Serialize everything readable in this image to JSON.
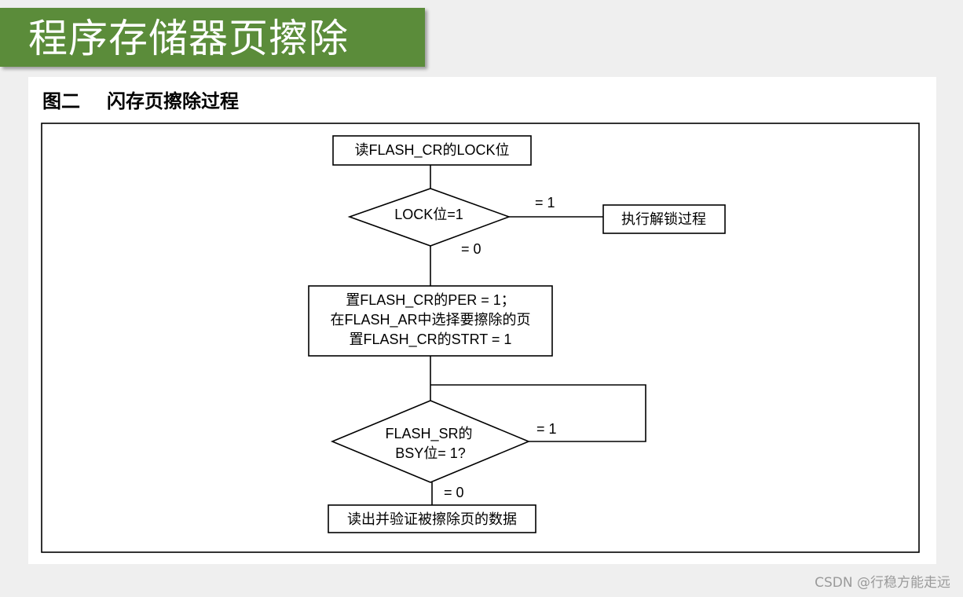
{
  "banner": {
    "title": "程序存储器页擦除",
    "color": "#5b8c3a"
  },
  "figure": {
    "label": "图二",
    "title": "闪存页擦除过程"
  },
  "flowchart": {
    "start": "读FLASH_CR的LOCK位",
    "decision_lock": "LOCK位=1",
    "lock_yes_label": "= 1",
    "lock_no_label": "= 0",
    "unlock": "执行解锁过程",
    "process_lines": [
      "置FLASH_CR的PER = 1；",
      "在FLASH_AR中选择要擦除的页",
      "置FLASH_CR的STRT = 1"
    ],
    "decision_bsy_lines": [
      "FLASH_SR的",
      "BSY位= 1?"
    ],
    "bsy_yes_label": "= 1",
    "bsy_no_label": "= 0",
    "end": "读出并验证被擦除页的数据"
  },
  "watermark": "CSDN @行稳方能走远"
}
